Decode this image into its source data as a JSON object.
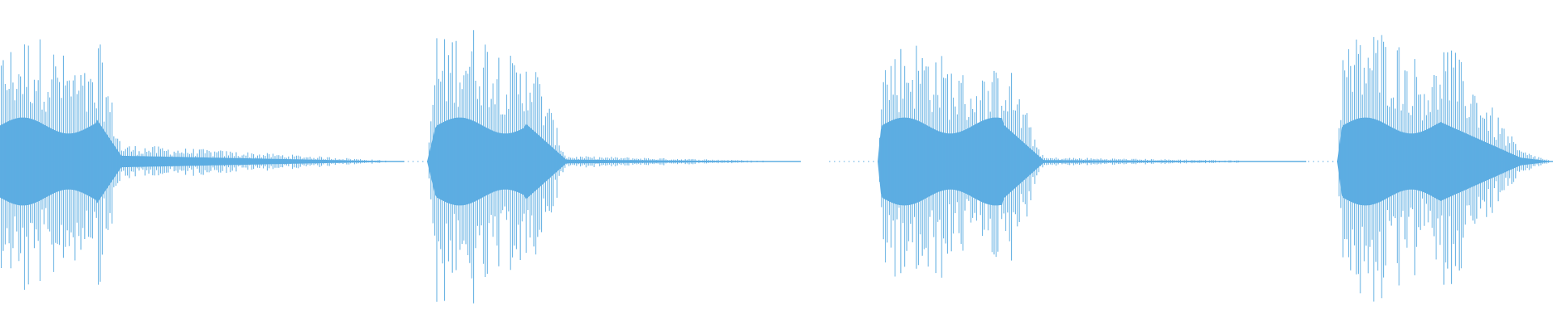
{
  "waveform": {
    "color": "#5dade2",
    "background": "#ffffff",
    "segment_count": 4,
    "segments": [
      {
        "index": 1,
        "peak_amplitude": 0.88,
        "decay": "fast",
        "tail_amplitude": 0.12
      },
      {
        "index": 2,
        "peak_amplitude": 0.95,
        "decay": "medium",
        "tail_amplitude": 0.04
      },
      {
        "index": 3,
        "peak_amplitude": 0.85,
        "decay": "fast",
        "tail_amplitude": 0.03
      },
      {
        "index": 4,
        "peak_amplitude": 0.93,
        "decay": "slow",
        "tail_amplitude": 0.08
      }
    ]
  }
}
